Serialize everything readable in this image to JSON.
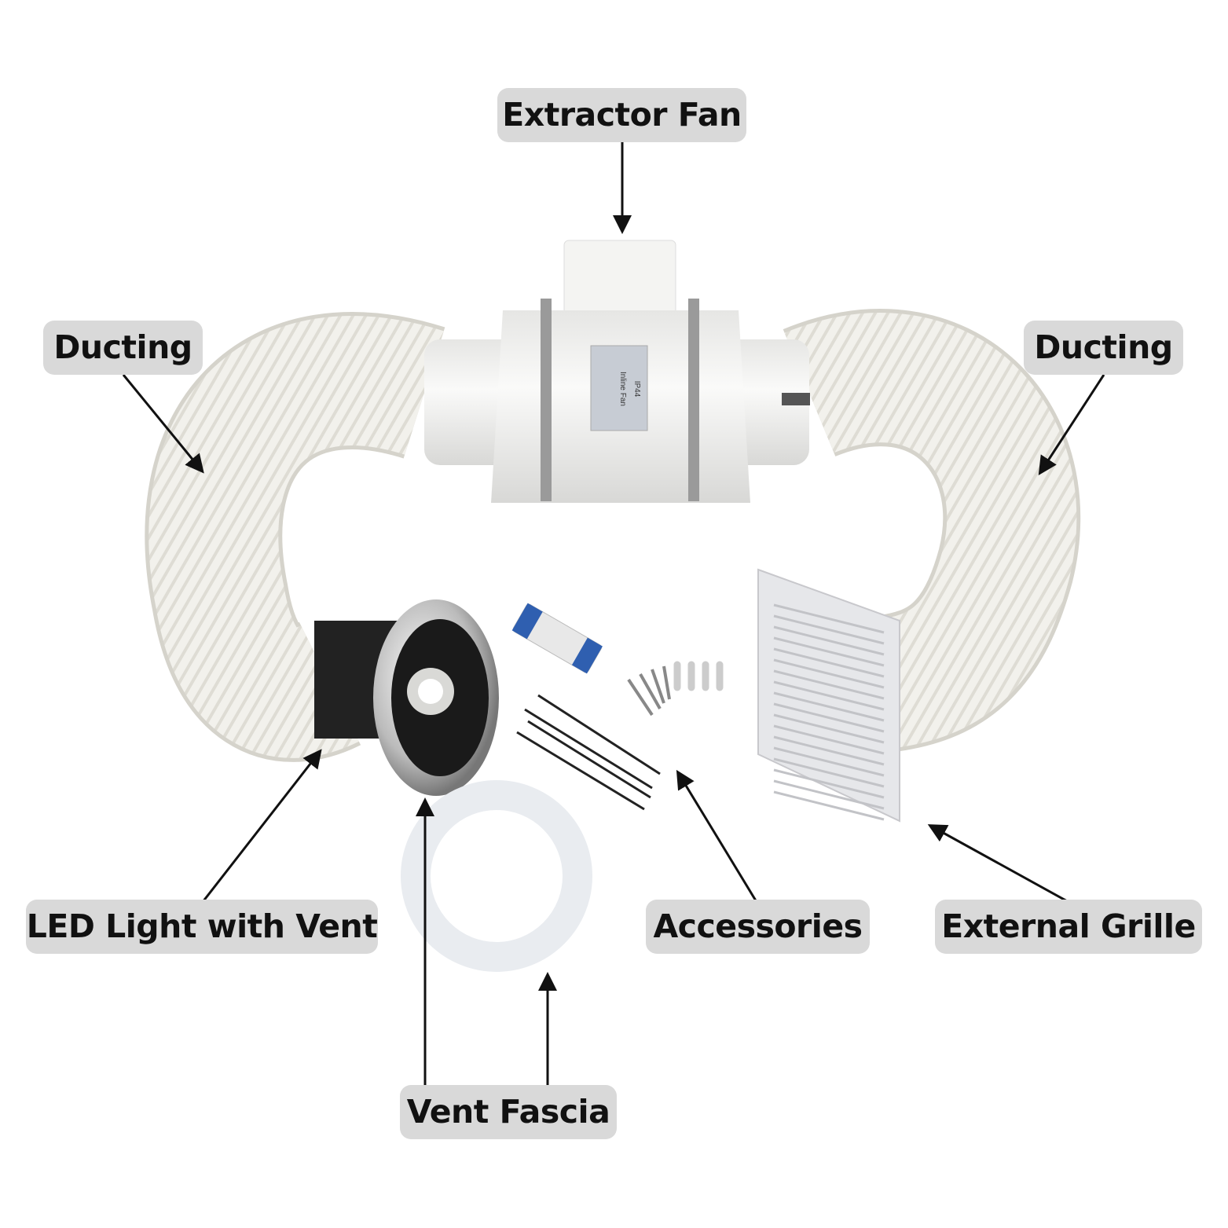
{
  "labels": {
    "extractor_fan": "Extractor Fan",
    "ducting_left": "Ducting",
    "ducting_right": "Ducting",
    "led_light": "LED Light with Vent",
    "accessories": "Accessories",
    "external_grille": "External Grille",
    "vent_fascia": "Vent Fascia"
  },
  "fan_plate": {
    "line1": "Inline Fan",
    "line2": "IP44"
  },
  "colors": {
    "label_bg": "#d9d9d9",
    "arrow": "#111111",
    "plastic": "#f1f1ef"
  }
}
